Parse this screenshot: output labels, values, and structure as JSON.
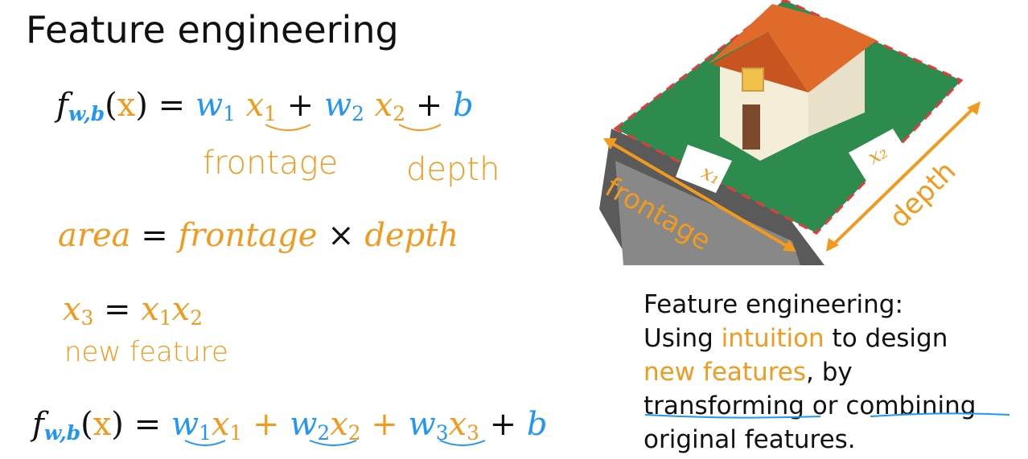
{
  "title": "Feature engineering",
  "eq1": {
    "f": "f",
    "sub": "w,b",
    "arg": "x",
    "rest1": "w",
    "w1sub": "1",
    "x": "x",
    "x1sub": "1",
    "plus": "+",
    "w2": "w",
    "w2sub": "2",
    "x2": "x",
    "x2sub": "2",
    "b": "b"
  },
  "labels": {
    "frontage": "frontage",
    "depth": "depth"
  },
  "eq2": {
    "area": "area",
    "frontage": "frontage",
    "times": "×",
    "depth": "depth"
  },
  "eq3": {
    "x3": "x",
    "x3sub": "3",
    "x1": "x",
    "x1sub": "1",
    "x2": "x",
    "x2sub": "2",
    "note": "new feature"
  },
  "eq4": {
    "w1": "w",
    "w1sub": "1",
    "x1": "x",
    "x1sub": "1",
    "w2": "w",
    "w2sub": "2",
    "x2": "x",
    "x2sub": "2",
    "w3": "w",
    "w3sub": "3",
    "x3": "x",
    "x3sub": "3",
    "b": "b"
  },
  "image": {
    "frontage_label": "frontage",
    "depth_label": "depth",
    "x1_sign": "x₁",
    "x2_sign": "x₂"
  },
  "definition": {
    "line1": "Feature engineering:",
    "line2_a": "Using ",
    "line2_hl": "intuition",
    "line2_b": " to design",
    "line3_hl": "new features",
    "line3_b": ", by",
    "line4_a": "transforming",
    "line4_b": " or ",
    "line4_c": "combining",
    "line5": "original features."
  },
  "colors": {
    "blue": "#2196f3",
    "orange": "#f29a1e",
    "grass": "#2e8b4e",
    "roof": "#e06a2a",
    "road": "#555555"
  }
}
